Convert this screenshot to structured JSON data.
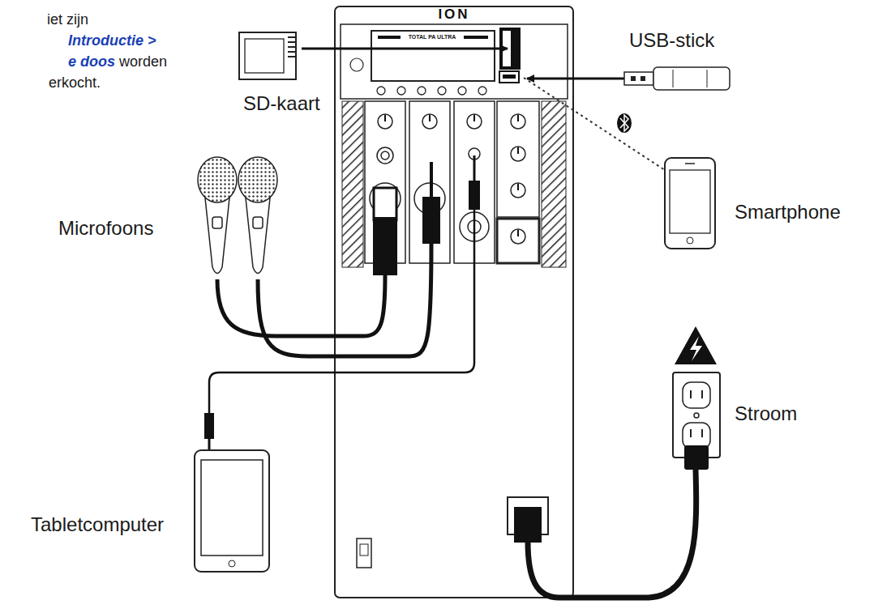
{
  "diagram": {
    "labels": [
      "iet zijn",
      "Introductie >",
      "e doos",
      "worden",
      "erkocht.",
      "SD-kaart",
      "USB-stick",
      "Microfoons",
      "Smartphone",
      "Stroom",
      "Tabletcomputer",
      "ION",
      "TOTAL PA ULTRA"
    ]
  }
}
